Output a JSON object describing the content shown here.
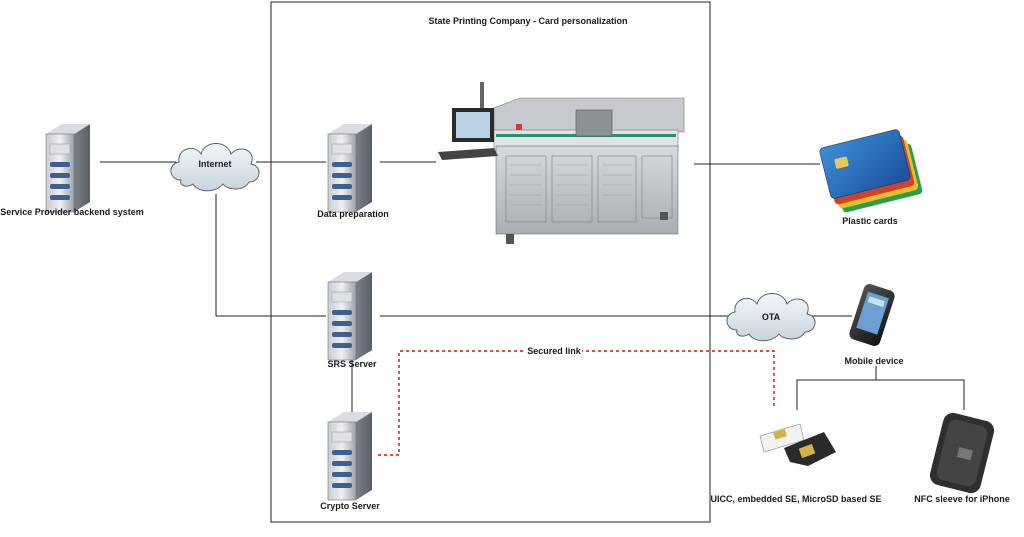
{
  "diagram": {
    "title": "State Printing Company - Card personalization",
    "nodes": {
      "sp_backend": "Service Provider backend system",
      "internet": "Internet",
      "data_prep": "Data preparation",
      "plastic_cards": "Plastic cards",
      "srs_server": "SRS Server",
      "crypto_server": "Crypto Server",
      "ota": "OTA",
      "mobile_device": "Mobile device",
      "secure_elements": "UICC, embedded SE, MicroSD based SE",
      "nfc_sleeve": "NFC sleeve for iPhone"
    },
    "edges": {
      "secured_link": "Secured link"
    }
  }
}
